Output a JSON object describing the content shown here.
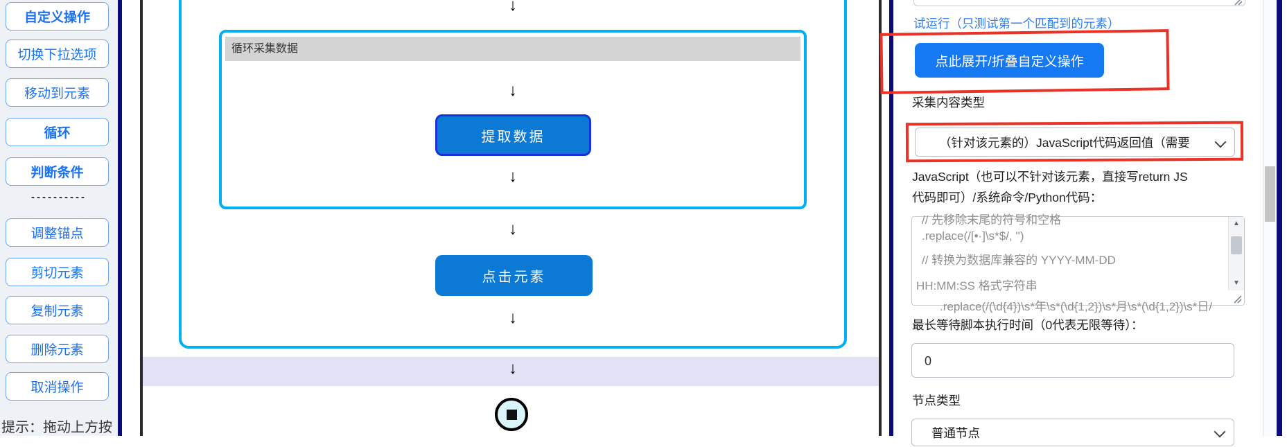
{
  "sidebar": {
    "buttons": [
      {
        "label": "自定义操作"
      },
      {
        "label": "切换下拉选项"
      },
      {
        "label": "移动到元素"
      },
      {
        "label": "循环"
      },
      {
        "label": "判断条件"
      },
      {
        "label": "调整锚点"
      },
      {
        "label": "剪切元素"
      },
      {
        "label": "复制元素"
      },
      {
        "label": "删除元素"
      },
      {
        "label": "取消操作"
      }
    ],
    "divider": "----------",
    "hint": "提示：拖动上方按"
  },
  "canvas": {
    "arrow_icon": "↓",
    "loop_header": "循环采集数据",
    "extract_button": "提取数据",
    "click_button": "点击元素"
  },
  "panel": {
    "try_run_link": "试运行（只测试第一个匹配到的元素）",
    "toggle_button": "点此展开/折叠自定义操作",
    "content_type_label": "采集内容类型",
    "content_type_value": "（针对该元素的）JavaScript代码返回值（需要",
    "js_label_line1": "JavaScript（也可以不针对该元素，直接写return JS",
    "js_label_line2": "代码即可）/系统命令/Python代码：",
    "code_lines": [
      "// 先移除末尾的符号和空格",
      ".replace(/[•·]\\s*$/, '')",
      "// 转换为数据库兼容的 YYYY-MM-DD",
      "HH:MM:SS 格式字符串",
      ".replace(/(\\d{4})\\s*年\\s*(\\d{1,2})\\s*月\\s*(\\d{1,2})\\s*日/"
    ],
    "scroll_up_icon": "▲",
    "scroll_down_icon": "▼",
    "wait_label": "最长等待脚本执行时间（0代表无限等待）：",
    "wait_value": "0",
    "node_type_label": "节点类型",
    "node_type_value": "普通节点"
  },
  "colors": {
    "accent_blue": "#1479f2",
    "flow_blue": "#0c79d4",
    "loop_cyan": "#00b0f2",
    "annotation_red": "#ea3226",
    "window_navy": "#0c0c78",
    "purple_band": "#e2e2f6"
  }
}
